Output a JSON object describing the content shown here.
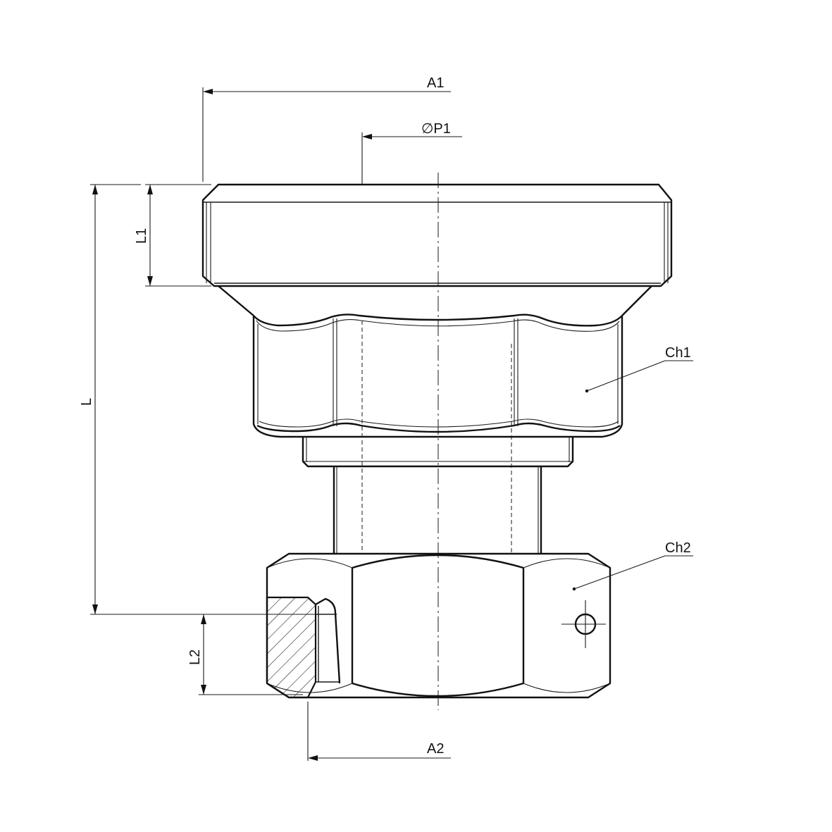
{
  "labels": {
    "a1": "A1",
    "p1": "∅P1",
    "l": "L",
    "l1": "L1",
    "ch1": "Ch1",
    "ch2": "Ch2",
    "l2": "L2",
    "a2": "A2"
  }
}
